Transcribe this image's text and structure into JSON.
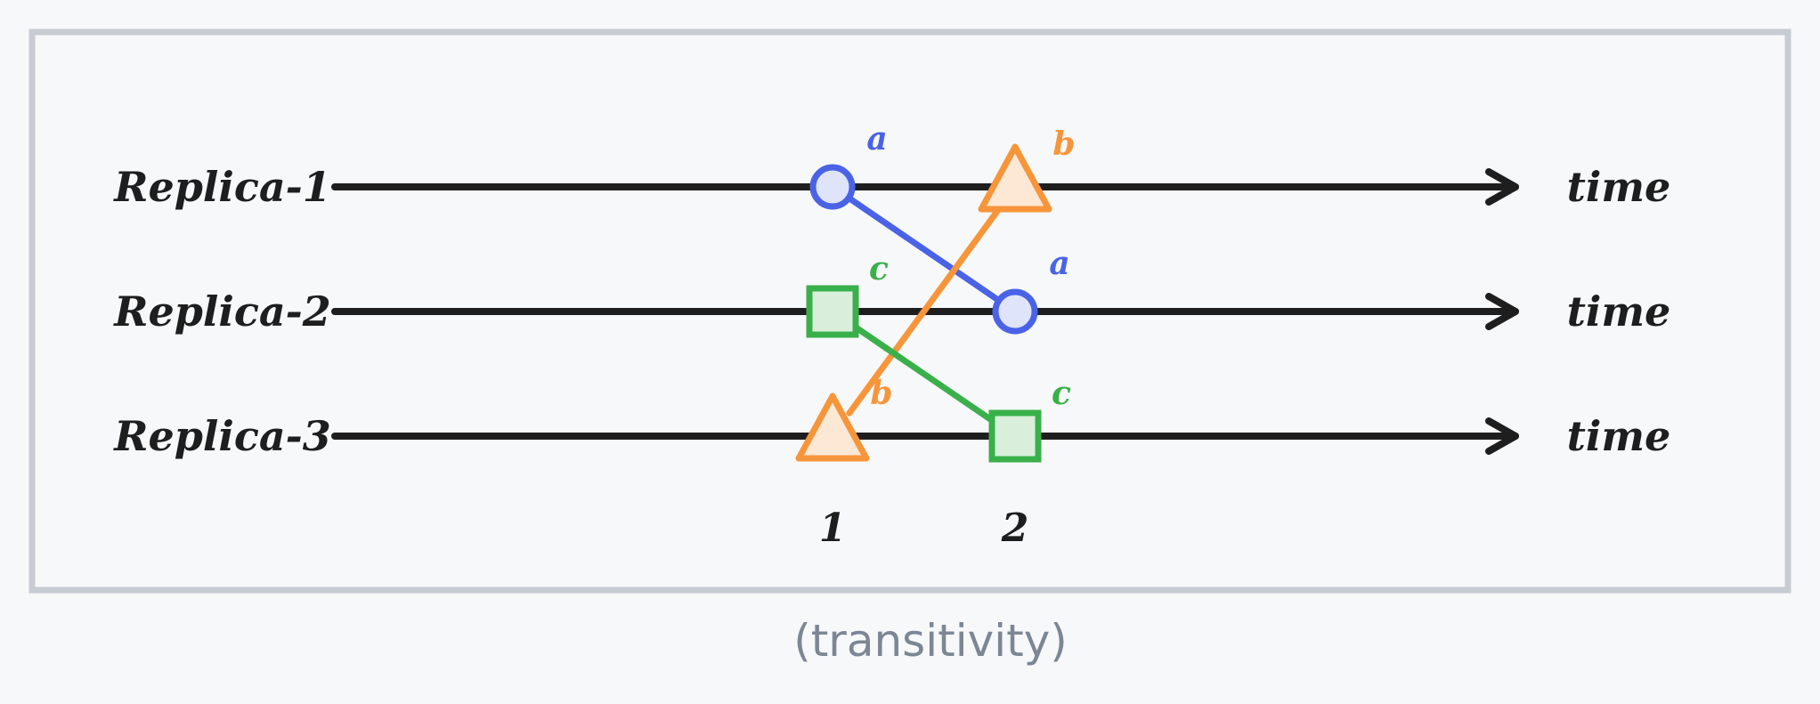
{
  "replicas": [
    {
      "label": "Replica-1"
    },
    {
      "label": "Replica-2"
    },
    {
      "label": "Replica-3"
    }
  ],
  "axis_end_label": "time",
  "ticks": [
    {
      "label": "1"
    },
    {
      "label": "2"
    }
  ],
  "events": [
    {
      "label": "a",
      "shape": "circle",
      "replica": 0,
      "tick": 0,
      "color": "#4a63e6",
      "fill": "#dfe4fb"
    },
    {
      "label": "b",
      "shape": "triangle",
      "replica": 0,
      "tick": 1,
      "color": "#f7953a",
      "fill": "#fde8d6"
    },
    {
      "label": "c",
      "shape": "square",
      "replica": 1,
      "tick": 0,
      "color": "#3ab04a",
      "fill": "#d9efdc"
    },
    {
      "label": "a",
      "shape": "circle",
      "replica": 1,
      "tick": 1,
      "color": "#4a63e6",
      "fill": "#dfe4fb"
    },
    {
      "label": "b",
      "shape": "triangle",
      "replica": 2,
      "tick": 0,
      "color": "#f7953a",
      "fill": "#fde8d6"
    },
    {
      "label": "c",
      "shape": "square",
      "replica": 2,
      "tick": 1,
      "color": "#3ab04a",
      "fill": "#d9efdc"
    }
  ],
  "messages": [
    {
      "from": 0,
      "to": 3,
      "color": "#4a63e6"
    },
    {
      "from": 4,
      "to": 1,
      "color": "#f7953a"
    },
    {
      "from": 2,
      "to": 5,
      "color": "#3ab04a"
    }
  ],
  "caption": "(transitivity)",
  "colors": {
    "background": "#f7f8fa",
    "frame": "#c7ccd2",
    "line": "#1e1e1e"
  }
}
